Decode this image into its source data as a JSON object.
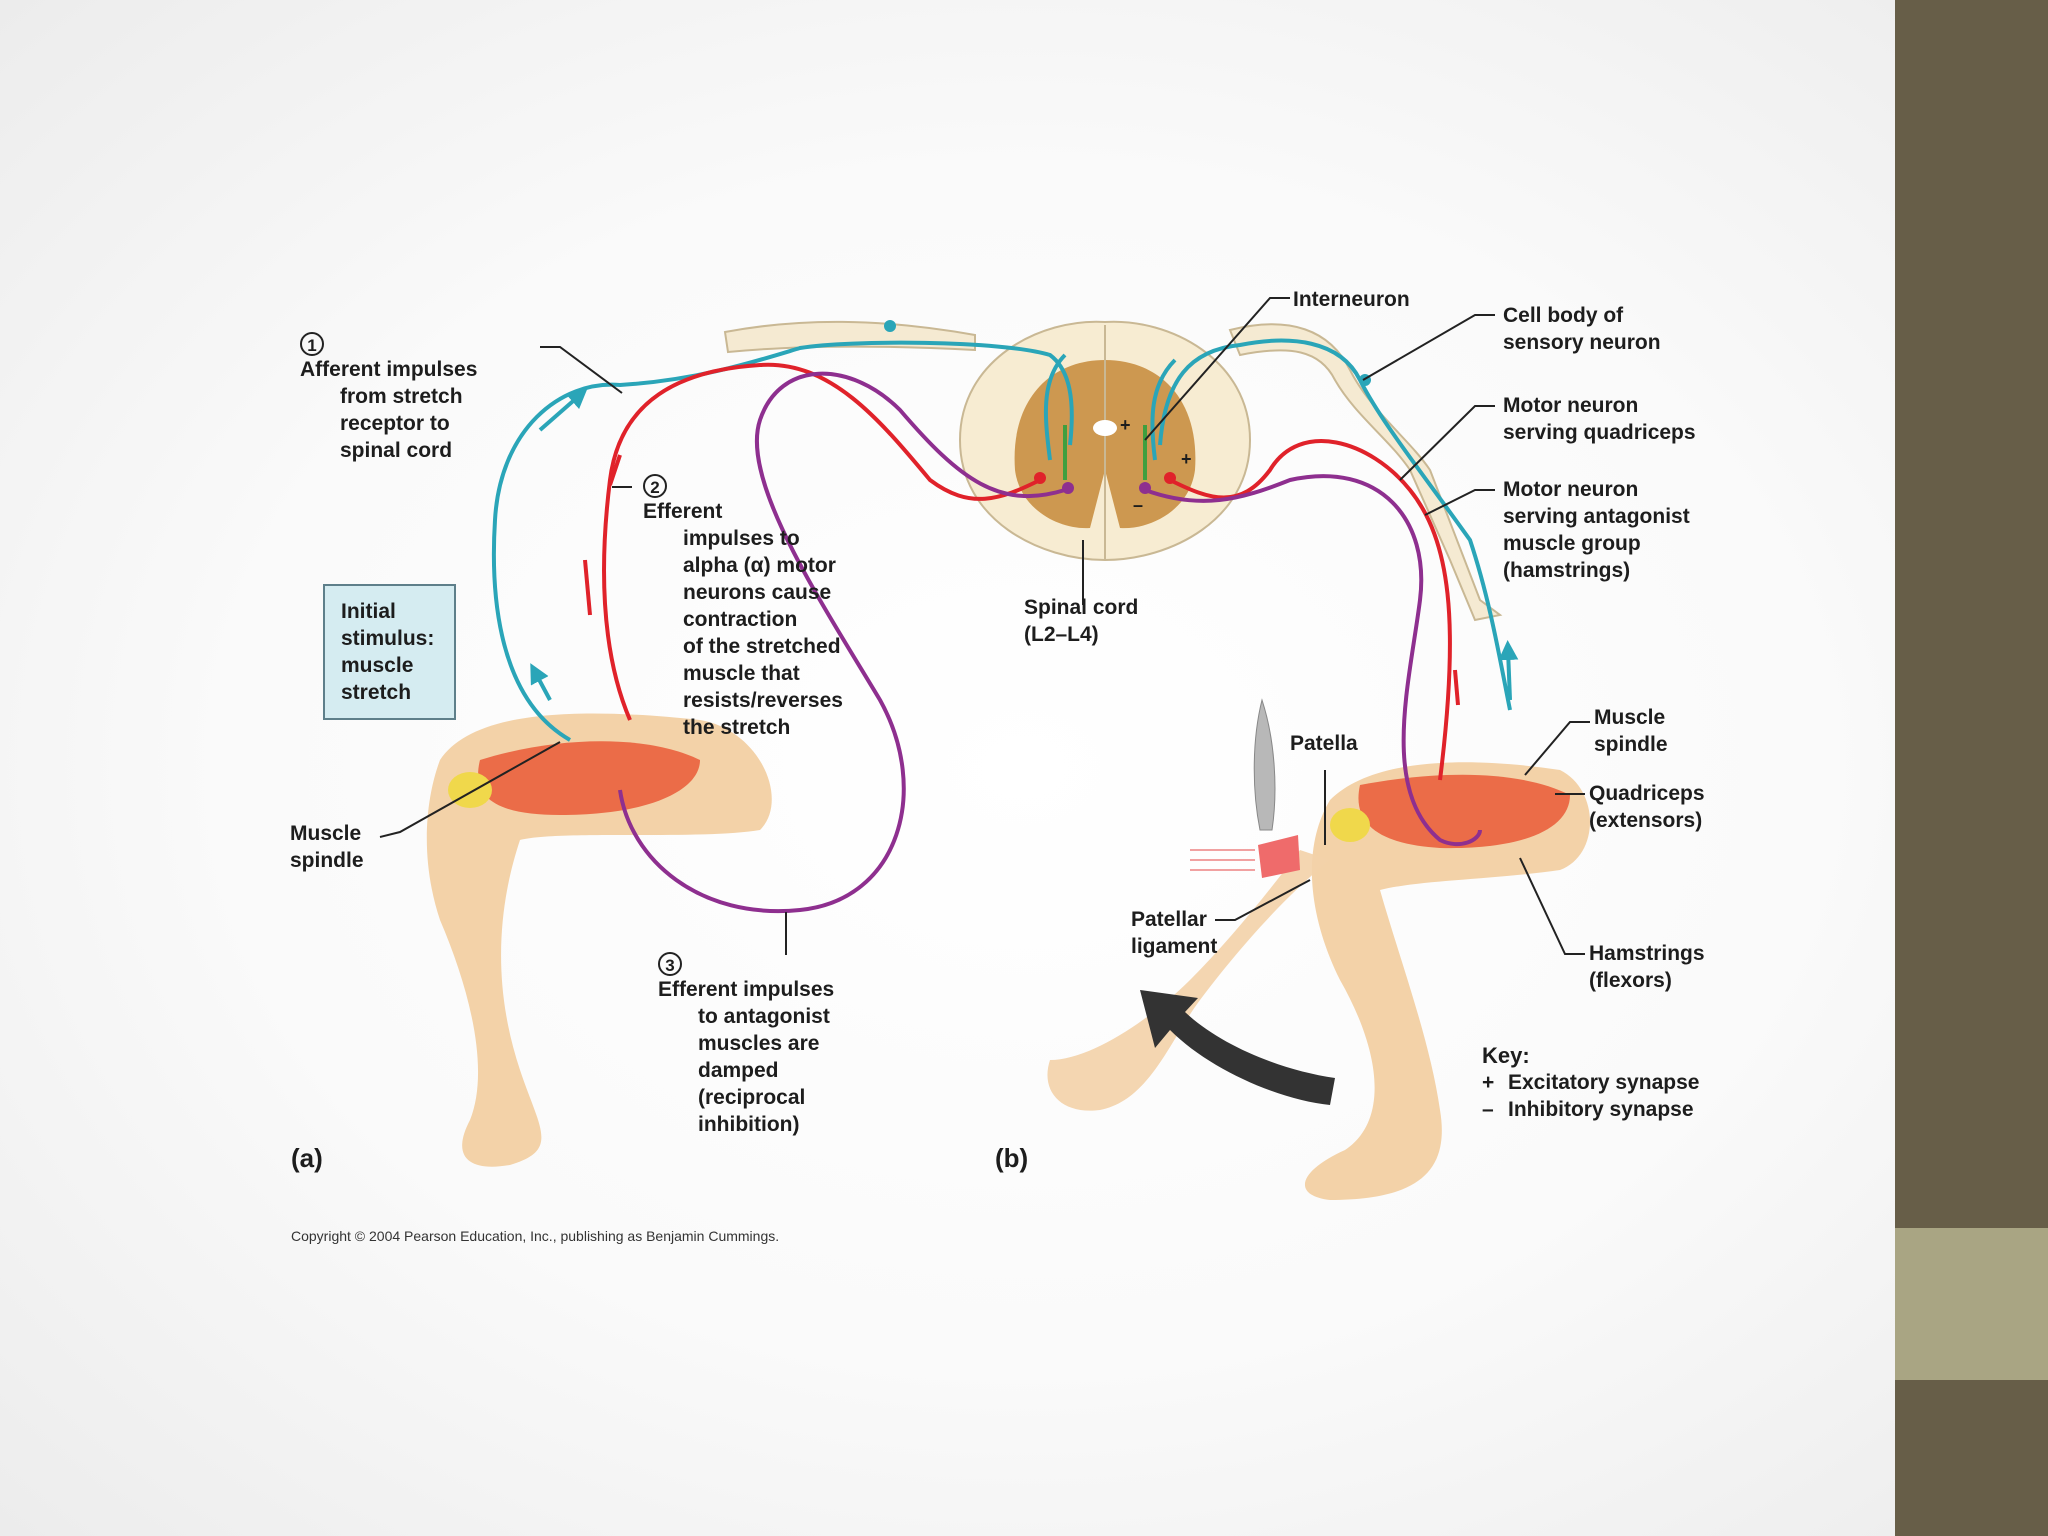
{
  "labels": {
    "afferent": {
      "num": "1",
      "lines": [
        "Afferent impulses",
        "from stretch",
        "receptor to",
        "spinal cord"
      ]
    },
    "efferent_alpha": {
      "num": "2",
      "lines": [
        "Efferent",
        "impulses to",
        "alpha (α) motor",
        "neurons cause",
        "contraction",
        "of the stretched",
        "muscle that",
        "resists/reverses",
        "the stretch"
      ]
    },
    "efferent_antagonist": {
      "num": "3",
      "lines": [
        "Efferent impulses",
        "to antagonist",
        "muscles are",
        "damped",
        "(reciprocal",
        "inhibition)"
      ]
    },
    "initial_stimulus": [
      "Initial",
      "stimulus:",
      "muscle",
      "stretch"
    ],
    "muscle_spindle_a": [
      "Muscle",
      "spindle"
    ],
    "interneuron": "Interneuron",
    "cell_body": [
      "Cell body of",
      "sensory neuron"
    ],
    "motor_quadriceps": [
      "Motor neuron",
      "serving quadriceps"
    ],
    "motor_antagonist": [
      "Motor neuron",
      "serving antagonist",
      "muscle group",
      "(hamstrings)"
    ],
    "spinal_cord": [
      "Spinal cord",
      "(L2–L4)"
    ],
    "patella": "Patella",
    "muscle_spindle_b": [
      "Muscle",
      "spindle"
    ],
    "quadriceps": [
      "Quadriceps",
      "(extensors)"
    ],
    "patellar_ligament": [
      "Patellar",
      "ligament"
    ],
    "hamstrings": [
      "Hamstrings",
      "(flexors)"
    ],
    "plus_sign": "+",
    "minus_sign": "–"
  },
  "key": {
    "title": "Key:",
    "items": [
      {
        "symbol": "+",
        "label": "Excitatory synapse"
      },
      {
        "symbol": "–",
        "label": "Inhibitory synapse"
      }
    ]
  },
  "panels": {
    "a": "(a)",
    "b": "(b)"
  },
  "copyright": "Copyright © 2004 Pearson Education, Inc., publishing as Benjamin Cummings.",
  "colors": {
    "afferent": "#2aa5b8",
    "efferent": "#e0222a",
    "inhibitory": "#8e2f8f",
    "interneuron": "#3f9f3f",
    "nerve": "#f5ead2",
    "gray_matter": "#c58a3a",
    "skin": "#f3d2a8",
    "muscle": "#e8522f",
    "sidebar": "#675e48",
    "sidebar_accent": "#a9a583"
  }
}
